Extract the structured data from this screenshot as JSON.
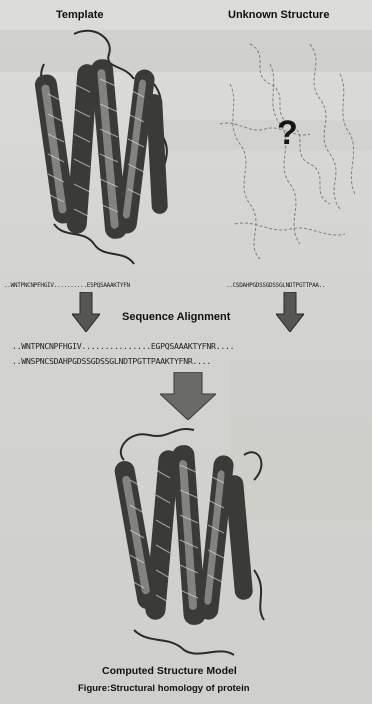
{
  "figure": {
    "template_label": "Template",
    "unknown_label": "Unknown Structure",
    "question_mark": "?",
    "sequence_alignment_label": "Sequence Alignment",
    "seq_top_left": "..WNTPNCNPFHGIV..........ESPQSAAAKTYFN",
    "seq_top_right": "..CSDAHPGDSSGDSSGLNDTPGTTPAA..",
    "seq_row1": "..WNTPNCNPFHGIV...............EGPQSAAAKTYFNR....",
    "seq_row2": "..WNSPNCSDAHPGDSSGDSSGLNDTPGTTPAAKTYFNR....",
    "computed_label": "Computed Structure Model",
    "caption": "Figure:Structural homology of protein"
  },
  "colors": {
    "background": "#d6d6d2",
    "protein_dark": "#3a3a38",
    "arrow_fill": "#555553"
  }
}
